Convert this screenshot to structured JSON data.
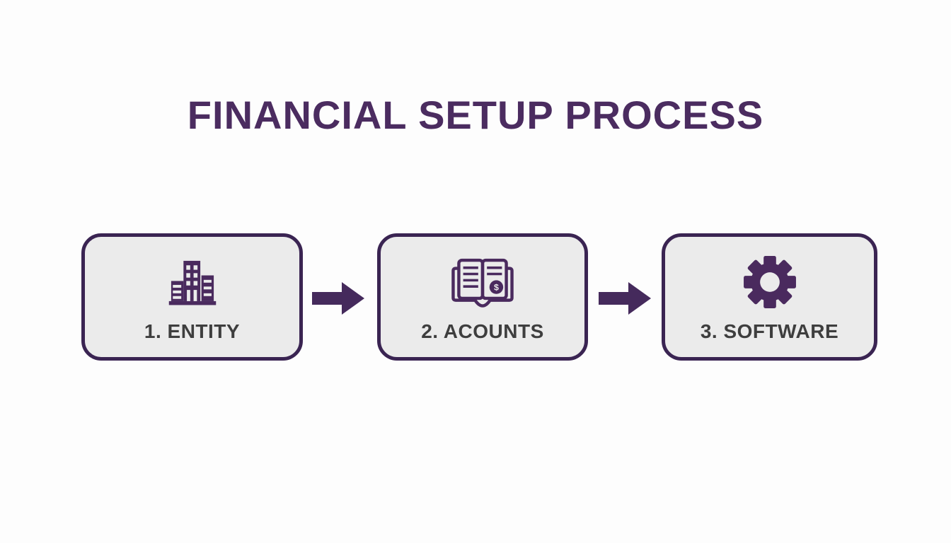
{
  "title": "FINANCIAL SETUP PROCESS",
  "steps": [
    {
      "label": "1. ENTITY",
      "icon": "building-icon"
    },
    {
      "label": "2. ACOUNTS",
      "icon": "account-book-icon"
    },
    {
      "label": "3. SOFTWARE",
      "icon": "gear-icon"
    }
  ],
  "icons": {
    "dollar_symbol": "$"
  },
  "colors": {
    "title": "#4b2c60",
    "box_border": "#3a2452",
    "box_background": "#ebebeb",
    "icon": "#4a2a5e",
    "arrow": "#452a5c",
    "label": "#3e3e3e",
    "page_background": "#fdfdfd"
  }
}
